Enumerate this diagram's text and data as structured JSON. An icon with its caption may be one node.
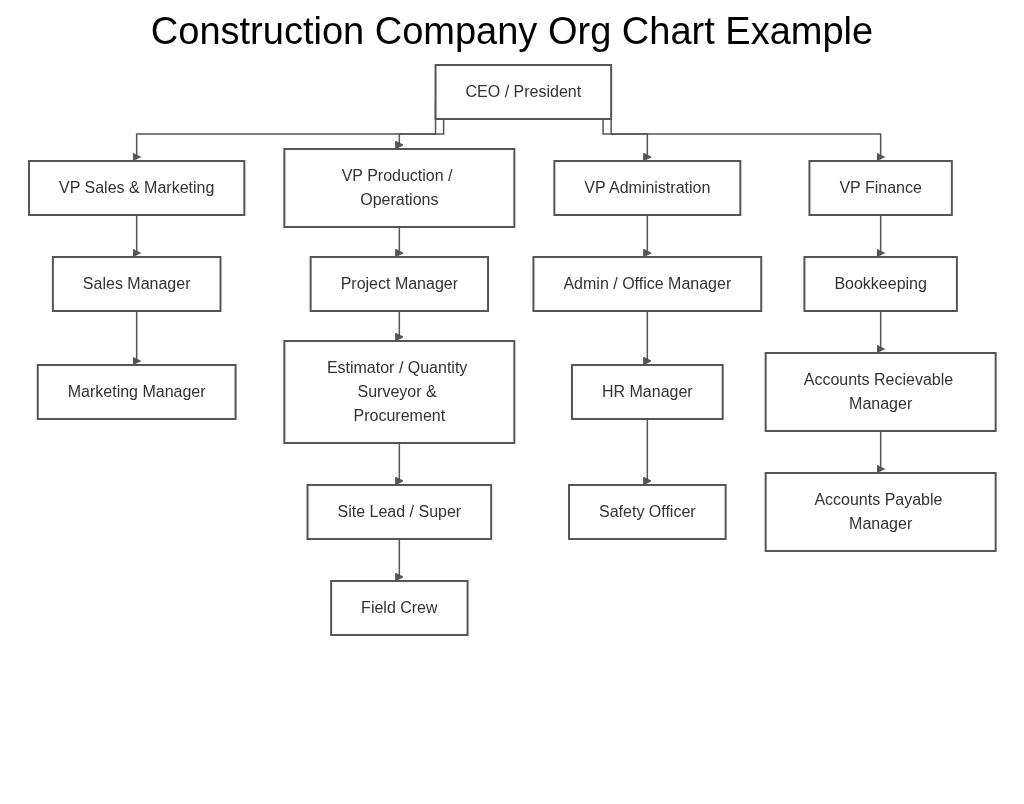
{
  "diagram": {
    "title": "Construction Company Org Chart Example",
    "nodes": [
      {
        "text": [
          "CEO / President"
        ]
      },
      {
        "text": [
          "VP Sales & Marketing"
        ]
      },
      {
        "text": [
          "VP Production / Operations"
        ]
      },
      {
        "text": [
          "VP Administration"
        ]
      },
      {
        "text": [
          "VP Finance"
        ]
      },
      {
        "text": [
          "Sales Manager"
        ]
      },
      {
        "text": [
          "Project Manager"
        ]
      },
      {
        "text": [
          "Admin / Office Manager"
        ]
      },
      {
        "text": [
          "Bookkeeping"
        ]
      },
      {
        "text": [
          "Marketing Manager"
        ]
      },
      {
        "text": [
          "Estimator / Quantity Surveyor & Procurement"
        ]
      },
      {
        "text": [
          "HR Manager"
        ]
      },
      {
        "text": [
          "Accounts Recievable Manager"
        ]
      },
      {
        "text": [
          "Site Lead / Super"
        ]
      },
      {
        "text": [
          "Safety Officer"
        ]
      },
      {
        "text": [
          "Accounts Payable Manager"
        ]
      },
      {
        "text": [
          "Field Crew"
        ]
      }
    ],
    "edges": [
      {
        "from": 0,
        "to": 1,
        "arrow": "to"
      },
      {
        "from": 0,
        "to": 2,
        "arrow": "to"
      },
      {
        "from": 0,
        "to": 3,
        "arrow": "to"
      },
      {
        "from": 0,
        "to": 4,
        "arrow": "to"
      },
      {
        "from": 1,
        "to": 5,
        "arrow": "to"
      },
      {
        "from": 5,
        "to": 9,
        "arrow": "to"
      },
      {
        "from": 2,
        "to": 6,
        "arrow": "to"
      },
      {
        "from": 6,
        "to": 10,
        "arrow": "to"
      },
      {
        "from": 10,
        "to": 13,
        "arrow": "to"
      },
      {
        "from": 13,
        "to": 16,
        "arrow": "to"
      },
      {
        "from": 3,
        "to": 7,
        "arrow": "to"
      },
      {
        "from": 7,
        "to": 11,
        "arrow": "to"
      },
      {
        "from": 11,
        "to": 14,
        "arrow": "to"
      },
      {
        "from": 4,
        "to": 8,
        "arrow": "to"
      },
      {
        "from": 8,
        "to": 12,
        "arrow": "to"
      },
      {
        "from": 12,
        "to": 15,
        "arrow": "to"
      }
    ]
  }
}
